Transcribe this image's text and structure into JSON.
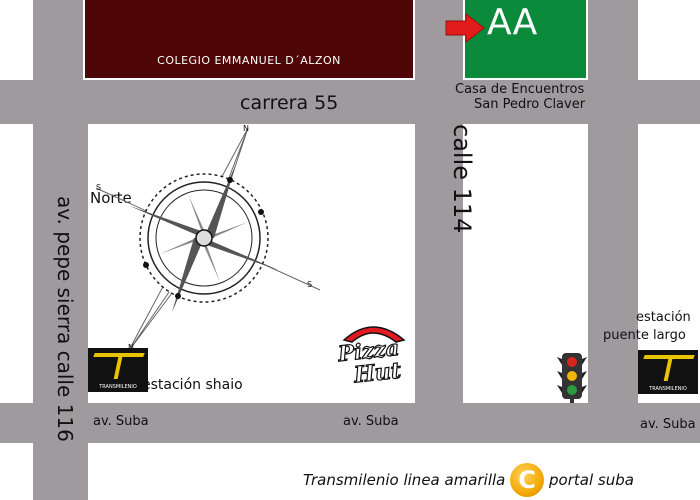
{
  "buildings": {
    "school": {
      "label": "COLEGIO EMMANUEL D´ALZON",
      "color": "#4e0606"
    },
    "aa": {
      "sign_text": "AA",
      "label_line1": "Casa de Encuentros",
      "label_line2": "San Pedro Claver",
      "color": "#0b8a3c",
      "arrow_color": "#e21b1b"
    }
  },
  "streets": {
    "carrera": "carrera 55",
    "calle114": "calle 114",
    "pepe_sierra": "av. pepe sierra calle 116",
    "suba_left": "av. Suba",
    "suba_mid": "av. Suba",
    "suba_right": "av. Suba"
  },
  "compass": {
    "north_label": "Norte",
    "needle_labels": [
      "N",
      "S",
      "S",
      "N"
    ]
  },
  "stations": {
    "shaio": {
      "label": "estación shaio",
      "brand": "TRANSMILENIO"
    },
    "puente_largo": {
      "label_line1": "estación",
      "label_line2": "puente largo",
      "brand": "TRANSMILENIO"
    }
  },
  "pizza_logo": {
    "line1": "Pizza",
    "line2": "Hut"
  },
  "transit_line": {
    "text_left": "Transmilenio linea amarilla",
    "badge": "C",
    "text_right": "portal suba",
    "badge_color": "#f2a500"
  },
  "colors": {
    "road": "#9f9a9d",
    "traffic_light": "#333333"
  }
}
